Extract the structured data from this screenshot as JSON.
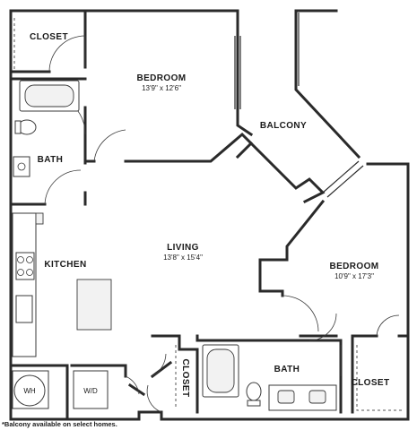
{
  "rooms": {
    "closet_top_left": {
      "name": "CLOSET"
    },
    "bedroom_1": {
      "name": "BEDROOM",
      "dims": "13'9\" x 12'6\""
    },
    "balcony": {
      "name": "BALCONY"
    },
    "bath_left": {
      "name": "BATH"
    },
    "kitchen": {
      "name": "KITCHEN"
    },
    "living": {
      "name": "LIVING",
      "dims": "13'8\" x 15'4\""
    },
    "bedroom_2": {
      "name": "BEDROOM",
      "dims": "10'9\" x 17'3\""
    },
    "closet_middle": {
      "name": "CLOSET"
    },
    "bath_right": {
      "name": "BATH"
    },
    "closet_bottom_right": {
      "name": "CLOSET"
    }
  },
  "fixtures": {
    "water_heater": "WH",
    "washer_dryer": "W/D"
  },
  "footnote": "*Balcony available on select homes."
}
